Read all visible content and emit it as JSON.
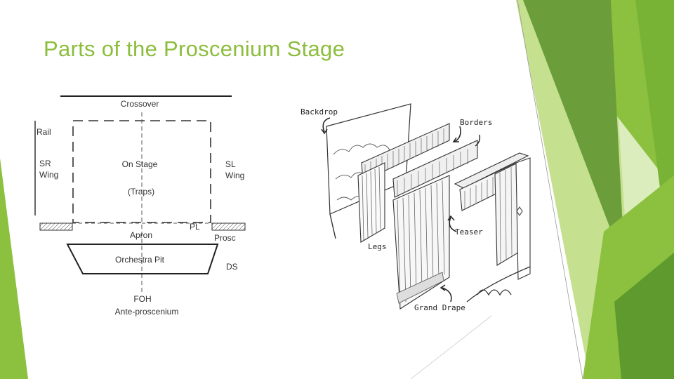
{
  "slide": {
    "title": "Parts of the Proscenium Stage"
  },
  "plan": {
    "crossover": "Crossover",
    "rail": "Rail",
    "sr_wing_1": "SR",
    "sr_wing_2": "Wing",
    "on_stage": "On Stage",
    "traps": "(Traps)",
    "sl_wing_1": "SL",
    "sl_wing_2": "Wing",
    "pl": "PL",
    "apron": "Apron",
    "prosc": "Prosc",
    "orchestra_pit": "Orchestra Pit",
    "ds": "DS",
    "foh": "FOH",
    "ante_proscenium": "Ante-proscenium"
  },
  "drawing": {
    "backdrop": "Backdrop",
    "borders": "Borders",
    "teaser": "Teaser",
    "legs": "Legs",
    "grand_drape": "Grand Drape"
  },
  "colors": {
    "title_green": "#8cbd3c",
    "deco_light": "#c5e08f",
    "deco_mid": "#8cc13f",
    "deco_dark": "#6b9e3a"
  }
}
